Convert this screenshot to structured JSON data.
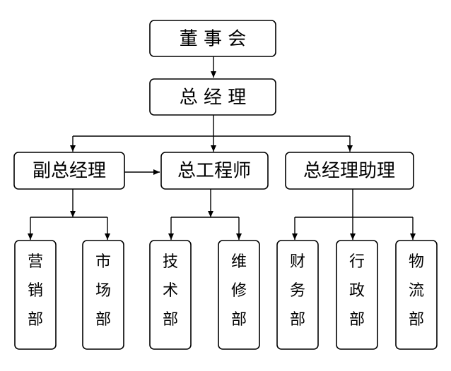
{
  "nodes": {
    "board": "董 事 会",
    "gm": "总 经 理",
    "vice_gm": "副总经理",
    "chief_engineer": "总工程师",
    "gm_assistant": "总经理助理",
    "marketing": "营销部",
    "market": "市场部",
    "technology": "技术部",
    "maintenance": "维修部",
    "finance": "财务部",
    "administration": "行政部",
    "logistics": "物流部"
  }
}
